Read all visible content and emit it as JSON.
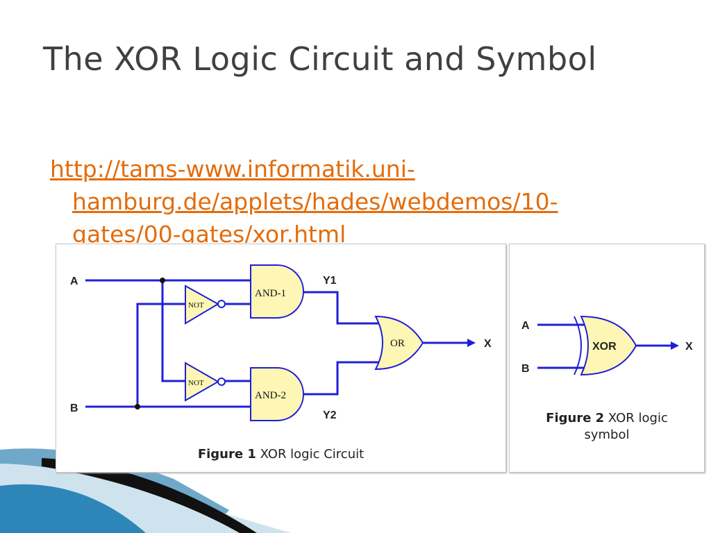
{
  "title": "The XOR Logic Circuit and Symbol",
  "link": {
    "lines": [
      "http://tams-www.informatik.uni-",
      "hamburg.de/applets/hades/webdemos/10-",
      "gates/00-gates/xor.html"
    ]
  },
  "figure1": {
    "input_a": "A",
    "input_b": "B",
    "not_top": "NOT",
    "not_bottom": "NOT",
    "and1": "AND-1",
    "and2": "AND-2",
    "or": "OR",
    "y1": "Y1",
    "y2": "Y2",
    "output": "X",
    "caption_bold": "Figure 1",
    "caption_text": " XOR logic Circuit"
  },
  "figure2": {
    "input_a": "A",
    "input_b": "B",
    "gate": "XOR",
    "output": "X",
    "caption_bold": "Figure 2",
    "caption_text_1": " XOR logic",
    "caption_text_2": "symbol"
  },
  "colors": {
    "wire": "#1f1fd8",
    "gate_fill": "#fdf6b4",
    "link": "#e46c0a",
    "title": "#404040"
  }
}
